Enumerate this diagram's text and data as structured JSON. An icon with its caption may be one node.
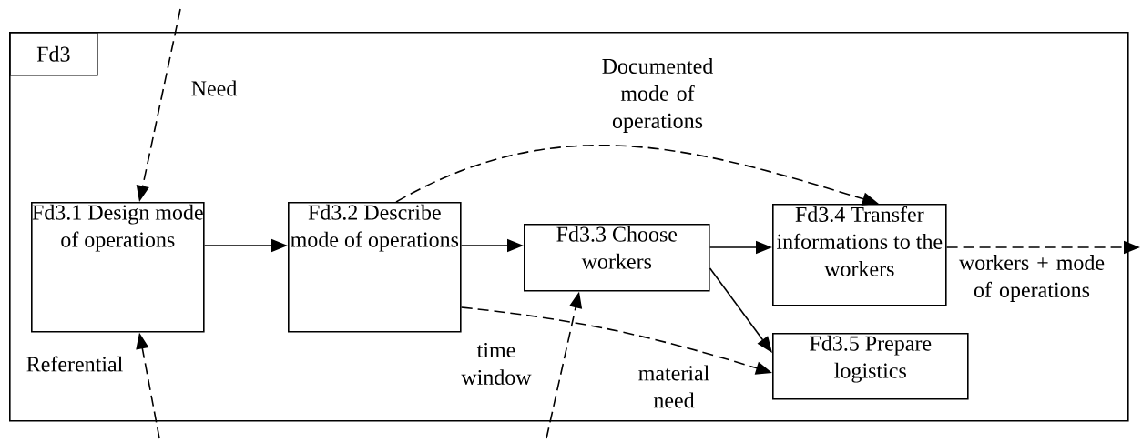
{
  "diagram": {
    "nodes": [
      {
        "text": [
          "Fd3"
        ]
      },
      {
        "text": [
          "Fd3.1 Design mode of operations"
        ],
        "in": 0
      },
      {
        "text": [
          "Fd3.2 Describe mode of operations"
        ],
        "in": 0
      },
      {
        "text": [
          "Fd3.3 Choose workers"
        ],
        "in": 0
      },
      {
        "text": [
          "Fd3.4 Transfer informations to the workers"
        ],
        "in": 0
      },
      {
        "text": [
          "Fd3.5 Prepare logistics"
        ],
        "in": 0
      }
    ],
    "edges": [
      {
        "from": null,
        "to": 1,
        "arrow": "to",
        "style": "dashed",
        "label": "Need"
      },
      {
        "from": null,
        "to": 1,
        "arrow": "to",
        "style": "dashed",
        "label": "Referential"
      },
      {
        "from": 1,
        "to": 2,
        "arrow": "to"
      },
      {
        "from": 2,
        "to": 3,
        "arrow": "to"
      },
      {
        "from": 3,
        "to": 4,
        "arrow": "to"
      },
      {
        "from": 3,
        "to": 5,
        "arrow": "to"
      },
      {
        "from": 2,
        "to": 4,
        "arrow": "to",
        "style": "dashed",
        "label": "Documented mode of operations"
      },
      {
        "from": 2,
        "to": 5,
        "arrow": "to",
        "style": "dashed",
        "label": "material need"
      },
      {
        "from": null,
        "to": 3,
        "arrow": "to",
        "style": "dashed",
        "label": "time window"
      },
      {
        "from": 4,
        "to": null,
        "arrow": "to",
        "style": "dashed",
        "label": "workers + mode of operations"
      }
    ]
  }
}
